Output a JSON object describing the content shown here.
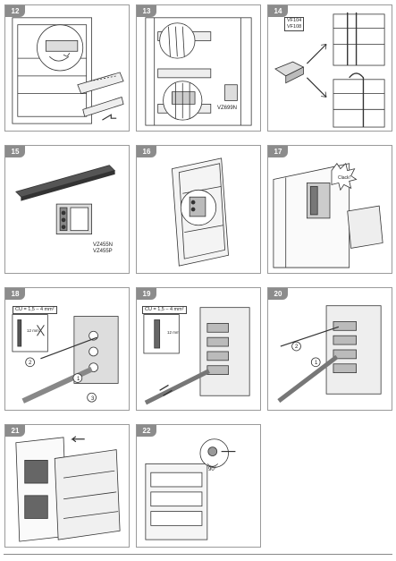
{
  "panels": [
    {
      "step": "12"
    },
    {
      "step": "13",
      "codes": [
        "VZ699N"
      ]
    },
    {
      "step": "14",
      "codes": [
        "VF104",
        "VF108"
      ]
    },
    {
      "step": "15",
      "codes": [
        "VZ455N",
        "VZ455P"
      ]
    },
    {
      "step": "16"
    },
    {
      "step": "17",
      "callout": "Clack!"
    },
    {
      "step": "18",
      "cu": "CU = 1,5 – 4 mm²",
      "strip": "12 mm",
      "markers": [
        "1",
        "2",
        "3"
      ]
    },
    {
      "step": "19",
      "cu": "CU = 1,5 – 4 mm²",
      "strip": "12 mm"
    },
    {
      "step": "20",
      "markers": [
        "1",
        "2"
      ]
    },
    {
      "step": "21"
    },
    {
      "step": "22",
      "angle": "90°"
    }
  ]
}
